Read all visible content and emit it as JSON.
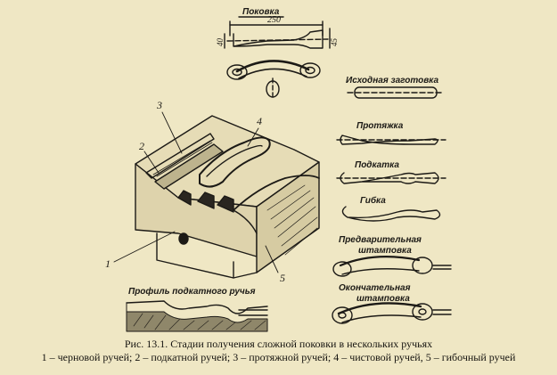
{
  "figure": {
    "top_title": "Поковка",
    "dim_length": "250",
    "dim_height_left": "40",
    "dim_height_right": "45",
    "stages": {
      "initial": "Исходная заготовка",
      "stretch": "Протяжка",
      "roll": "Подкатка",
      "bend": "Гибка",
      "prelim_line1": "Предварительная",
      "prelim_line2": "штамповка",
      "final_line1": "Окончательная",
      "final_line2": "штамповка"
    },
    "profile_label": "Профиль подкатного ручья",
    "callouts": [
      "1",
      "2",
      "3",
      "4",
      "5"
    ]
  },
  "caption": {
    "line1": "Рис. 13.1. Стадии получения сложной поковки в нескольких ручьях",
    "line2": "1 – черновой ручей; 2 – подкатной ручей; 3 – протяжной ручей; 4 – чистовой ручей, 5 – гибочный ручей"
  }
}
